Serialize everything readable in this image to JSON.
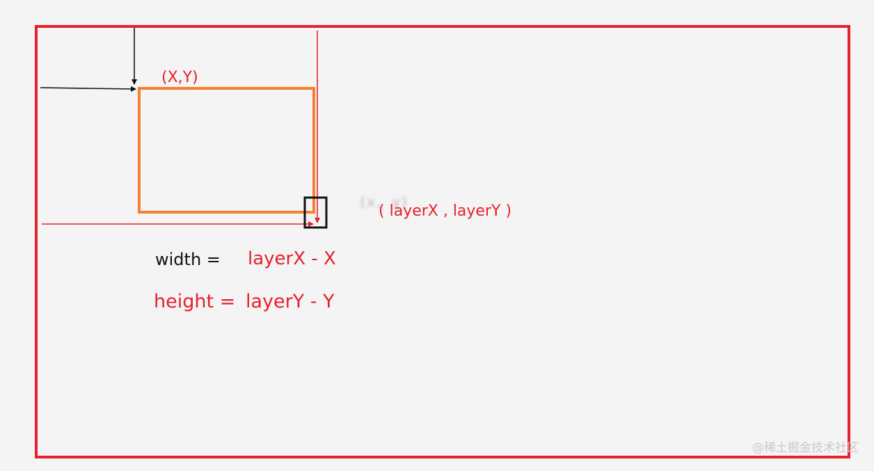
{
  "labels": {
    "origin": "(X,Y)",
    "blurred_point": "(x, y)",
    "layer_point": "( layerX , layerY )",
    "width_label": "width =",
    "width_formula": "layerX - X",
    "height_label": "height =",
    "height_formula": "layerY - Y",
    "watermark": "@稀土掘金技术社区"
  },
  "colors": {
    "background": "#f4f4f4",
    "outer_frame": "#e5212c",
    "selection_rect": "#f5802f",
    "guide_red": "#e5212c",
    "guide_black": "#111111",
    "cursor_box": "#111111"
  }
}
